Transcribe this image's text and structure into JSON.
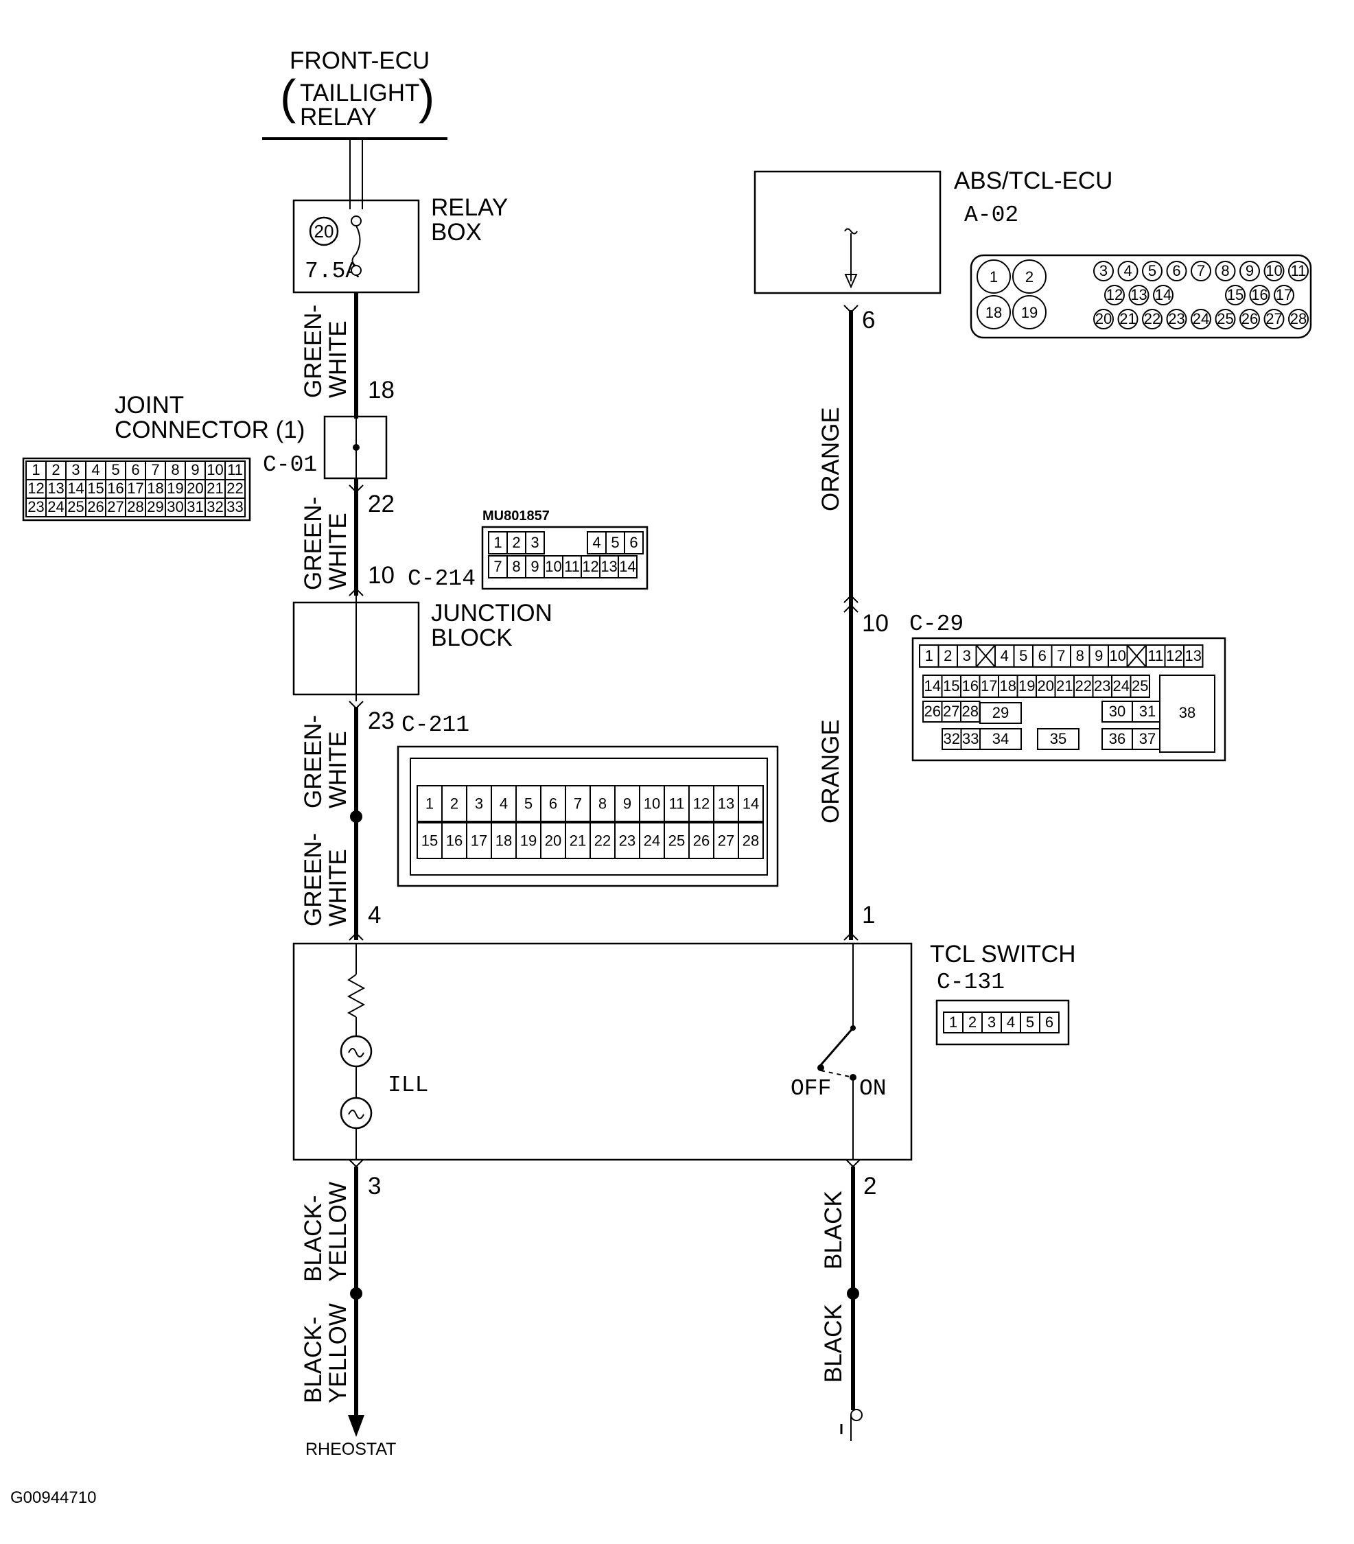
{
  "labels": {
    "front_ecu": "FRONT-ECU",
    "taillight": "TAILLIGHT",
    "relay": "RELAY",
    "relay_box_1": "RELAY",
    "relay_box_2": "BOX",
    "fuse_no": "20",
    "fuse_rating": "7.5A",
    "joint_connector_1": "JOINT",
    "joint_connector_2": "CONNECTOR (1)",
    "c01": "C-01",
    "part_no": "MU801857",
    "c214": "C-214",
    "junction_1": "JUNCTION",
    "junction_2": "BLOCK",
    "c211": "C-211",
    "abs_ecu": "ABS/TCL-ECU",
    "a02": "A-02",
    "c29": "C-29",
    "tcl_switch": "TCL SWITCH",
    "c131": "C-131",
    "ill": "ILL",
    "off": "OFF",
    "on": "ON",
    "rheostat": "RHEOSTAT",
    "figure_id": "G00944710"
  },
  "wires": {
    "green_white_top_1": "GREEN-",
    "green_white_top_2": "WHITE",
    "green_white_mid_1": "GREEN-",
    "green_white_mid_2": "WHITE",
    "green_white_low_a_1": "GREEN-",
    "green_white_low_a_2": "WHITE",
    "green_white_low_b_1": "GREEN-",
    "green_white_low_b_2": "WHITE",
    "orange_top": "ORANGE",
    "orange_bottom": "ORANGE",
    "black_yellow_a_1": "BLACK-",
    "black_yellow_a_2": "YELLOW",
    "black_yellow_b_1": "BLACK-",
    "black_yellow_b_2": "YELLOW",
    "black_a": "BLACK",
    "black_b": "BLACK"
  },
  "pins": {
    "p18": "18",
    "p22": "22",
    "p10_left": "10",
    "p23": "23",
    "p4": "4",
    "p3": "3",
    "p6": "6",
    "p10_right": "10",
    "p1": "1",
    "p2": "2"
  },
  "connectors": {
    "joint_connector": [
      [
        "1",
        "2",
        "3",
        "4",
        "5",
        "6",
        "7",
        "8",
        "9",
        "10",
        "11"
      ],
      [
        "12",
        "13",
        "14",
        "15",
        "16",
        "17",
        "18",
        "19",
        "20",
        "21",
        "22"
      ],
      [
        "23",
        "24",
        "25",
        "26",
        "27",
        "28",
        "29",
        "30",
        "31",
        "32",
        "33"
      ]
    ],
    "c214": [
      [
        "1",
        "2",
        "3",
        "",
        "4",
        "5",
        "6"
      ],
      [
        "7",
        "8",
        "9",
        "10",
        "11",
        "12",
        "13",
        "14"
      ]
    ],
    "c211": [
      [
        "1",
        "2",
        "3",
        "4",
        "5",
        "6",
        "7",
        "8",
        "9",
        "10",
        "11",
        "12",
        "13",
        "14"
      ],
      [
        "15",
        "16",
        "17",
        "18",
        "19",
        "20",
        "21",
        "22",
        "23",
        "24",
        "25",
        "26",
        "27",
        "28"
      ]
    ],
    "a02_large": [
      "1",
      "2",
      "18",
      "19"
    ],
    "a02_row1": [
      "3",
      "4",
      "5",
      "6",
      "7",
      "8",
      "9",
      "10",
      "11"
    ],
    "a02_row2": [
      "12",
      "13",
      "14",
      "15",
      "16",
      "17"
    ],
    "a02_row3": [
      "20",
      "21",
      "22",
      "23",
      "24",
      "25",
      "26",
      "27",
      "28"
    ],
    "c29_row1": [
      "1",
      "2",
      "3",
      "",
      "4",
      "5",
      "6",
      "7",
      "8",
      "9",
      "10",
      "",
      "11",
      "12",
      "13"
    ],
    "c29_row2": [
      "14",
      "15",
      "16",
      "17",
      "18",
      "19",
      "20",
      "21",
      "22",
      "23",
      "24",
      "25"
    ],
    "c29_row3": [
      "26",
      "27",
      "28",
      "29",
      "30",
      "31"
    ],
    "c29_row4": [
      "32",
      "33",
      "34",
      "35",
      "36",
      "37"
    ],
    "c29_big": "38",
    "c131": [
      "1",
      "2",
      "3",
      "4",
      "5",
      "6"
    ]
  }
}
